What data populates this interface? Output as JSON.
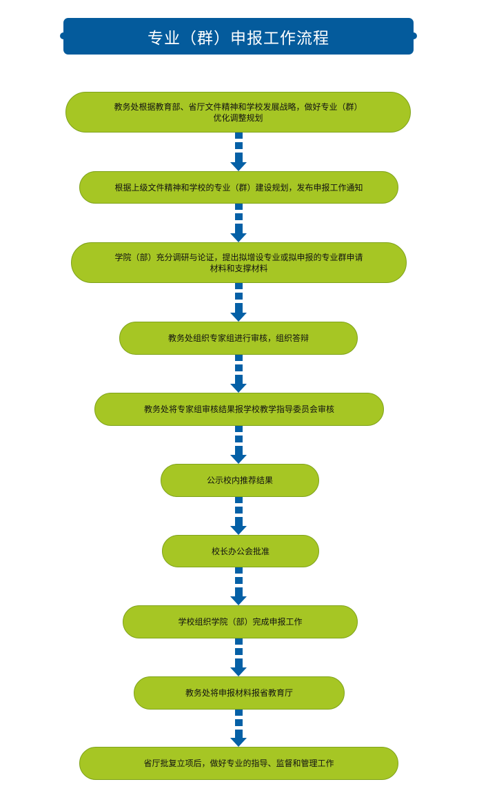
{
  "title": "专业（群）申报工作流程",
  "colors": {
    "title_bg": "#045b9c",
    "box_fill": "#a6c624",
    "arrow": "#0560a6"
  },
  "steps": [
    {
      "line1": "教务处根据教育部、省厅文件精神和学校发展战略，做好专业（群）",
      "line2": "优化调整规划"
    },
    {
      "line1": "根据上级文件精神和学校的专业（群）建设规划，发布申报工作通知"
    },
    {
      "line1": "学院（部）充分调研与论证，提出拟增设专业或拟申报的专业群申请",
      "line2": "材料和支撑材料"
    },
    {
      "line1": "教务处组织专家组进行审核，组织答辩"
    },
    {
      "line1": "教务处将专家组审核结果报学校教学指导委员会审核"
    },
    {
      "line1": "公示校内推荐结果"
    },
    {
      "line1": "校长办公会批准"
    },
    {
      "line1": "学校组织学院（部）完成申报工作"
    },
    {
      "line1": "教务处将申报材料报省教育厅"
    },
    {
      "line1": "省厅批复立项后，做好专业的指导、监督和管理工作"
    }
  ]
}
